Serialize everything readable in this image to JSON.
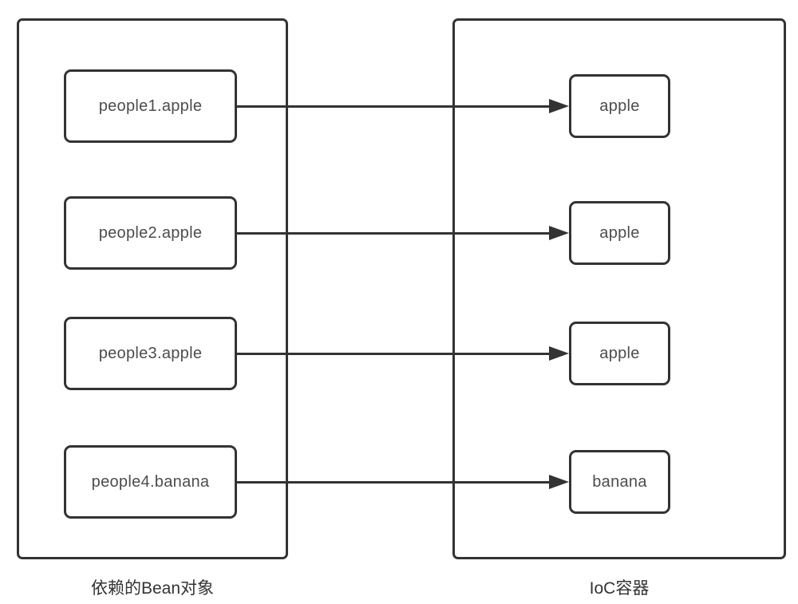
{
  "diagram": {
    "left_container": {
      "caption": "依赖的Bean对象"
    },
    "right_container": {
      "caption": "IoC容器"
    },
    "rows": [
      {
        "source": "people1.apple",
        "target": "apple"
      },
      {
        "source": "people2.apple",
        "target": "apple"
      },
      {
        "source": "people3.apple",
        "target": "apple"
      },
      {
        "source": "people4.banana",
        "target": "banana"
      }
    ],
    "colors": {
      "stroke": "#333333",
      "box_text": "#4d4d4d",
      "caption_text": "#333333",
      "background": "#ffffff"
    }
  }
}
